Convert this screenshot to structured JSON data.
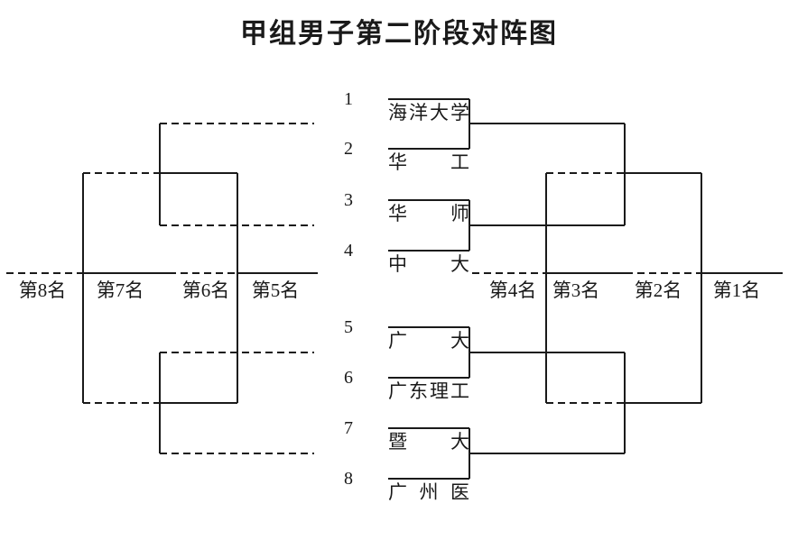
{
  "title": "甲组男子第二阶段对阵图",
  "bracket": {
    "seeds": [
      {
        "number": "1",
        "team": "海洋大学"
      },
      {
        "number": "2",
        "team": "华工"
      },
      {
        "number": "3",
        "team": "华师"
      },
      {
        "number": "4",
        "team": "中大"
      },
      {
        "number": "5",
        "team": "广大"
      },
      {
        "number": "6",
        "team": "广东理工"
      },
      {
        "number": "7",
        "team": "暨大"
      },
      {
        "number": "8",
        "team": "广州医"
      }
    ],
    "placements": [
      "第8名",
      "第7名",
      "第6名",
      "第5名",
      "第4名",
      "第3名",
      "第2名",
      "第1名"
    ]
  },
  "colors": {
    "background": "#ffffff",
    "line": "#1a1a1a",
    "text": "#1a1a1a"
  }
}
